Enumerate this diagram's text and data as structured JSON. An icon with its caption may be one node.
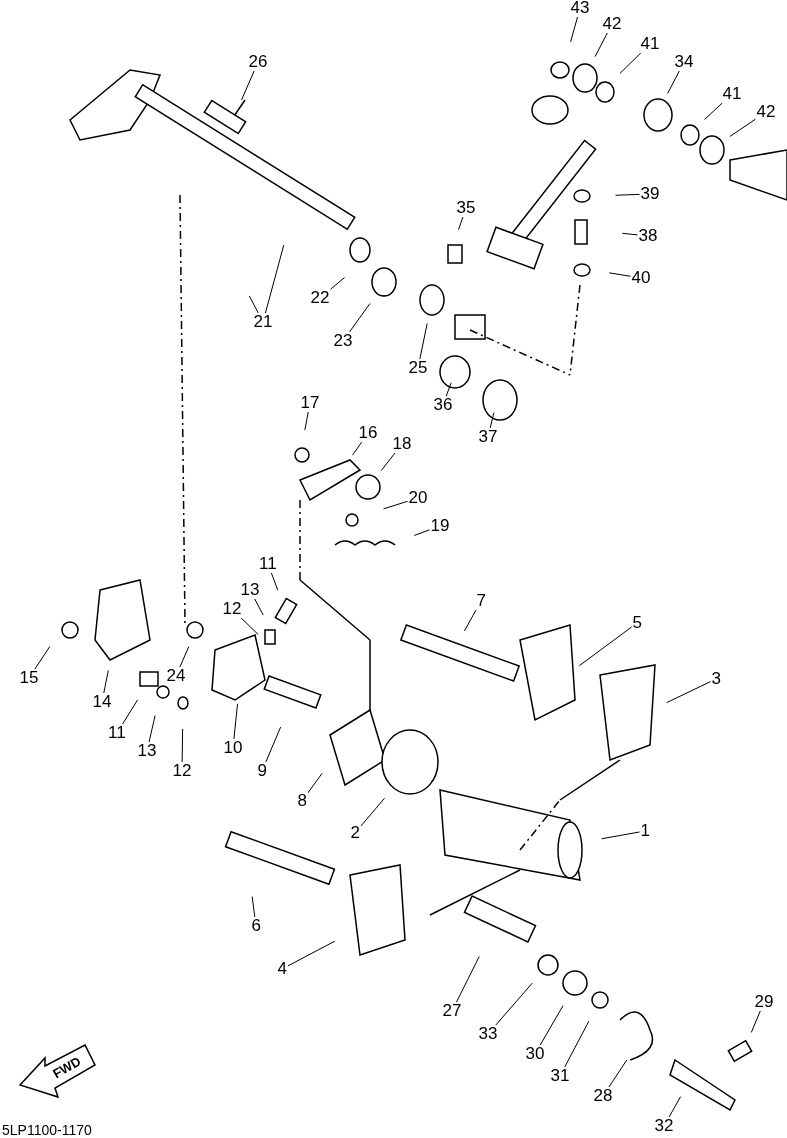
{
  "diagram": {
    "nodes": [
      {
        "text": [
          "43"
        ]
      },
      {
        "text": [
          "42"
        ]
      },
      {
        "text": [
          "41"
        ]
      },
      {
        "text": [
          "34"
        ]
      },
      {
        "text": [
          "26"
        ]
      },
      {
        "text": [
          "41"
        ]
      },
      {
        "text": [
          "42"
        ]
      },
      {
        "text": [
          "39"
        ]
      },
      {
        "text": [
          "35"
        ]
      },
      {
        "text": [
          "38"
        ]
      },
      {
        "text": [
          "40"
        ]
      },
      {
        "text": [
          "22"
        ]
      },
      {
        "text": [
          "21"
        ]
      },
      {
        "text": [
          "23"
        ]
      },
      {
        "text": [
          "25"
        ]
      },
      {
        "text": [
          "36"
        ]
      },
      {
        "text": [
          "37"
        ]
      },
      {
        "text": [
          "17"
        ]
      },
      {
        "text": [
          "16"
        ]
      },
      {
        "text": [
          "18"
        ]
      },
      {
        "text": [
          "20"
        ]
      },
      {
        "text": [
          "19"
        ]
      },
      {
        "text": [
          "11"
        ]
      },
      {
        "text": [
          "13"
        ]
      },
      {
        "text": [
          "12"
        ]
      },
      {
        "text": [
          "7"
        ]
      },
      {
        "text": [
          "5"
        ]
      },
      {
        "text": [
          "3"
        ]
      },
      {
        "text": [
          "15"
        ]
      },
      {
        "text": [
          "14"
        ]
      },
      {
        "text": [
          "24"
        ]
      },
      {
        "text": [
          "11"
        ]
      },
      {
        "text": [
          "13"
        ]
      },
      {
        "text": [
          "12"
        ]
      },
      {
        "text": [
          "10"
        ]
      },
      {
        "text": [
          "9"
        ]
      },
      {
        "text": [
          "8"
        ]
      },
      {
        "text": [
          "2"
        ]
      },
      {
        "text": [
          "1"
        ]
      },
      {
        "text": [
          "6"
        ]
      },
      {
        "text": [
          "4"
        ]
      },
      {
        "text": [
          "27"
        ]
      },
      {
        "text": [
          "33"
        ]
      },
      {
        "text": [
          "29"
        ]
      },
      {
        "text": [
          "30"
        ]
      },
      {
        "text": [
          "31"
        ]
      },
      {
        "text": [
          "28"
        ]
      },
      {
        "text": [
          "32"
        ]
      }
    ],
    "edges": [
      {
        "from": 0,
        "to": null,
        "arrow": "none"
      },
      {
        "from": 1,
        "to": null,
        "arrow": "none"
      },
      {
        "from": 2,
        "to": null,
        "arrow": "none"
      },
      {
        "from": 3,
        "to": null,
        "arrow": "none"
      },
      {
        "from": 4,
        "to": null,
        "arrow": "none"
      },
      {
        "from": 5,
        "to": null,
        "arrow": "none"
      },
      {
        "from": 6,
        "to": null,
        "arrow": "none"
      },
      {
        "from": 7,
        "to": null,
        "arrow": "none"
      },
      {
        "from": 8,
        "to": null,
        "arrow": "none"
      },
      {
        "from": 9,
        "to": null,
        "arrow": "none"
      },
      {
        "from": 10,
        "to": null,
        "arrow": "none"
      },
      {
        "from": 11,
        "to": null,
        "arrow": "none"
      },
      {
        "from": 12,
        "to": null,
        "arrow": "none"
      },
      {
        "from": 12,
        "to": null,
        "arrow": "none"
      },
      {
        "from": 13,
        "to": null,
        "arrow": "none"
      },
      {
        "from": 14,
        "to": null,
        "arrow": "none"
      },
      {
        "from": 15,
        "to": null,
        "arrow": "none"
      },
      {
        "from": 16,
        "to": null,
        "arrow": "none"
      },
      {
        "from": 17,
        "to": null,
        "arrow": "none"
      },
      {
        "from": 18,
        "to": null,
        "arrow": "none"
      },
      {
        "from": 19,
        "to": null,
        "arrow": "none"
      },
      {
        "from": 20,
        "to": null,
        "arrow": "none"
      },
      {
        "from": 21,
        "to": null,
        "arrow": "none"
      },
      {
        "from": 22,
        "to": null,
        "arrow": "none"
      },
      {
        "from": 23,
        "to": null,
        "arrow": "none"
      },
      {
        "from": 24,
        "to": null,
        "arrow": "none"
      },
      {
        "from": 25,
        "to": null,
        "arrow": "none"
      },
      {
        "from": 26,
        "to": null,
        "arrow": "none"
      },
      {
        "from": 27,
        "to": null,
        "arrow": "none"
      },
      {
        "from": 28,
        "to": null,
        "arrow": "none"
      },
      {
        "from": 29,
        "to": null,
        "arrow": "none"
      },
      {
        "from": 30,
        "to": null,
        "arrow": "none"
      },
      {
        "from": 31,
        "to": null,
        "arrow": "none"
      },
      {
        "from": 32,
        "to": null,
        "arrow": "none"
      },
      {
        "from": 33,
        "to": null,
        "arrow": "none"
      },
      {
        "from": 34,
        "to": null,
        "arrow": "none"
      },
      {
        "from": 35,
        "to": null,
        "arrow": "none"
      },
      {
        "from": 36,
        "to": null,
        "arrow": "none"
      },
      {
        "from": 37,
        "to": null,
        "arrow": "none"
      },
      {
        "from": 38,
        "to": null,
        "arrow": "none"
      },
      {
        "from": 39,
        "to": null,
        "arrow": "none"
      },
      {
        "from": 40,
        "to": null,
        "arrow": "none"
      },
      {
        "from": 41,
        "to": null,
        "arrow": "none"
      },
      {
        "from": 42,
        "to": null,
        "arrow": "none"
      },
      {
        "from": 43,
        "to": null,
        "arrow": "none"
      },
      {
        "from": 44,
        "to": null,
        "arrow": "none"
      },
      {
        "from": 45,
        "to": null,
        "arrow": "none"
      },
      {
        "from": 46,
        "to": null,
        "arrow": "none"
      },
      {
        "from": 47,
        "to": null,
        "arrow": "none"
      }
    ],
    "labels": [
      "FWD",
      "5LP1100-1170"
    ]
  }
}
